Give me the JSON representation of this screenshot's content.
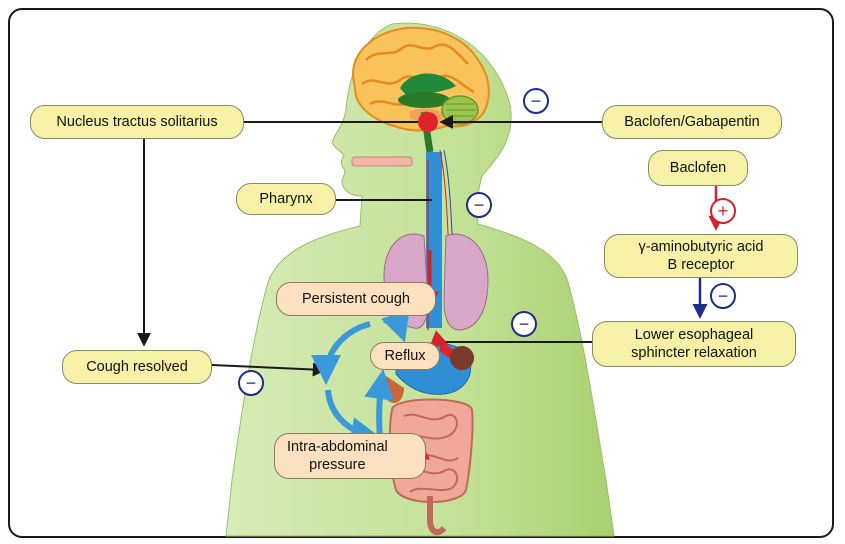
{
  "labels": {
    "nts": "Nucleus tractus solitarius",
    "baclofen_gabapentin": "Baclofen/Gabapentin",
    "pharynx": "Pharynx",
    "baclofen": "Baclofen",
    "gaba_b_line1": "γ-aminobutyric acid",
    "gaba_b_line2": "B receptor",
    "persistent_cough": "Persistent cough",
    "les_line1": "Lower esophageal",
    "les_line2": "sphincter relaxation",
    "cough_resolved": "Cough resolved",
    "reflux": "Reflux",
    "iap_line1": "Intra-abdominal",
    "iap_line2": "pressure"
  },
  "symbols": {
    "minus": "−",
    "plus": "+"
  },
  "colors": {
    "box_yellow": "#f6f1a6",
    "box_peach": "#fbe1bf",
    "body_green": "#b9dc8c",
    "inhibit_blue": "#1f2d8a",
    "activate_red": "#d2232a",
    "cycle_blue": "#3a9ad9",
    "arrow_black": "#1a1a1a"
  }
}
